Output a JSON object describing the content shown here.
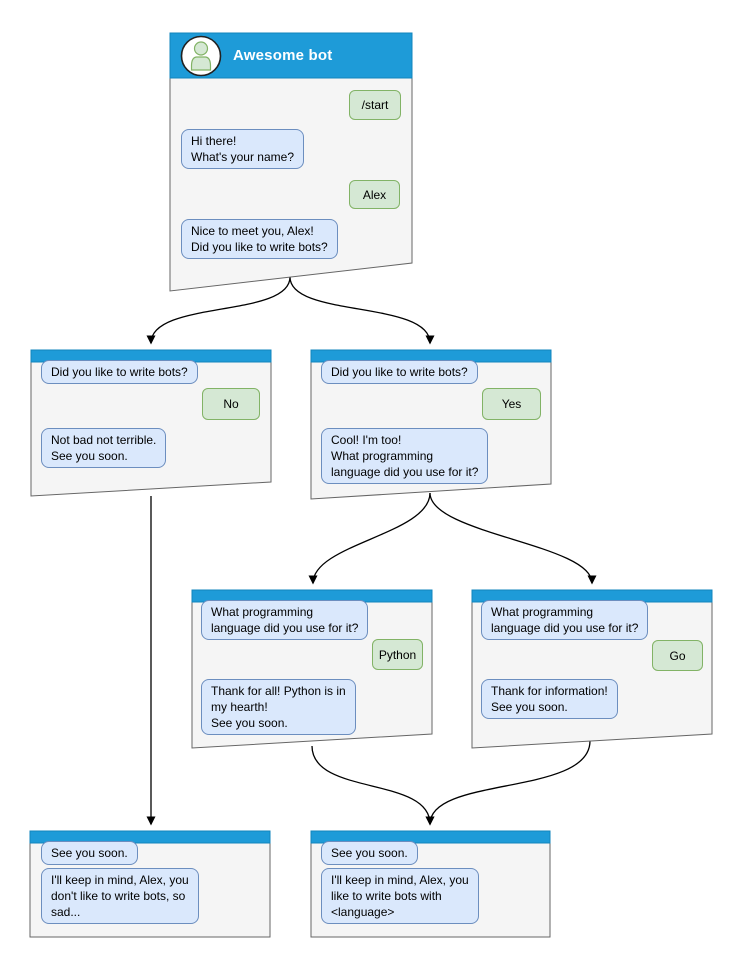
{
  "diagram": {
    "type": "chatbot-conversation-flowchart",
    "colors": {
      "header_blue": "#1e9bd8",
      "node_background": "#f5f5f5",
      "node_border": "#666666",
      "bot_bubble_fill": "#dae8fc",
      "bot_bubble_border": "#6c8ebf",
      "user_bubble_fill": "#d5e8d4",
      "user_bubble_border": "#82b366",
      "arrow": "#000000"
    }
  },
  "nodes": [
    {
      "id": "awesome-bot",
      "title": "Awesome bot",
      "messages": [
        {
          "from": "user",
          "text": "/start"
        },
        {
          "from": "bot",
          "text": "Hi there!\nWhat's your name?"
        },
        {
          "from": "user",
          "text": "Alex"
        },
        {
          "from": "bot",
          "text": "Nice to meet you, Alex!\nDid you like to write bots?"
        }
      ]
    },
    {
      "id": "branch-no",
      "messages": [
        {
          "from": "bot",
          "text": "Did you like to write bots?"
        },
        {
          "from": "user",
          "text": "No"
        },
        {
          "from": "bot",
          "text": "Not bad not terrible.\nSee you soon."
        }
      ]
    },
    {
      "id": "branch-yes",
      "messages": [
        {
          "from": "bot",
          "text": "Did you like to write bots?"
        },
        {
          "from": "user",
          "text": "Yes"
        },
        {
          "from": "bot",
          "text": "Cool! I'm too!\nWhat programming\nlanguage did you use for it?"
        }
      ]
    },
    {
      "id": "branch-python",
      "messages": [
        {
          "from": "bot",
          "text": "What programming\nlanguage did you use for it?"
        },
        {
          "from": "user",
          "text": "Python"
        },
        {
          "from": "bot",
          "text": "Thank for all! Python is in\nmy hearth!\nSee you soon."
        }
      ]
    },
    {
      "id": "branch-go",
      "messages": [
        {
          "from": "bot",
          "text": "What programming\nlanguage did you use for it?"
        },
        {
          "from": "user",
          "text": "Go"
        },
        {
          "from": "bot",
          "text": "Thank for information!\nSee you soon."
        }
      ]
    },
    {
      "id": "end-no",
      "messages": [
        {
          "from": "bot",
          "text": "See you soon."
        },
        {
          "from": "bot",
          "text": "I'll keep in mind, Alex, you\ndon't like to write bots, so\nsad..."
        }
      ]
    },
    {
      "id": "end-yes",
      "messages": [
        {
          "from": "bot",
          "text": "See you soon."
        },
        {
          "from": "bot",
          "text": "I'll keep in mind, Alex, you\nlike to write bots with\n<language>"
        }
      ]
    }
  ],
  "edges": [
    {
      "from": "awesome-bot",
      "to": "branch-no"
    },
    {
      "from": "awesome-bot",
      "to": "branch-yes"
    },
    {
      "from": "branch-yes",
      "to": "branch-python"
    },
    {
      "from": "branch-yes",
      "to": "branch-go"
    },
    {
      "from": "branch-no",
      "to": "end-no"
    },
    {
      "from": "branch-python",
      "to": "end-yes"
    },
    {
      "from": "branch-go",
      "to": "end-yes"
    }
  ]
}
